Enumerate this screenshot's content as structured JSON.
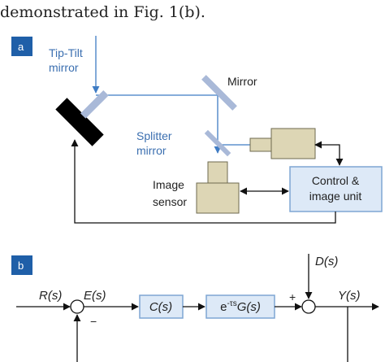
{
  "caption_text": "demonstrated in Fig. 1(b).",
  "panel_a": {
    "badge": "a",
    "tip_tilt_line1": "Tip-Tilt",
    "tip_tilt_line2": "mirror",
    "mirror": "Mirror",
    "splitter_line1": "Splitter",
    "splitter_line2": "mirror",
    "image_line1": "Image",
    "image_line2": "sensor",
    "control_line1": "Control &",
    "control_line2": "image unit"
  },
  "panel_b": {
    "badge": "b",
    "input": "R(s)",
    "error": "E(s)",
    "minus": "−",
    "controller": "C(s)",
    "plant_prefix": "e",
    "plant_exp": "-τs",
    "plant_suffix": "G(s)",
    "plus": "+",
    "disturbance": "D(s)",
    "output": "Y(s)"
  },
  "colors": {
    "badge_blue": "#1f5fa8",
    "mirror_fill": "#a9b9d8",
    "sensor_fill": "#ddd6b5",
    "sensor_stroke": "#6e6a4f",
    "box_fill": "#dde9f7",
    "box_stroke": "#7ea6d4",
    "beam_blue": "#3f7cc4",
    "label_blue": "#3b6fb0"
  }
}
